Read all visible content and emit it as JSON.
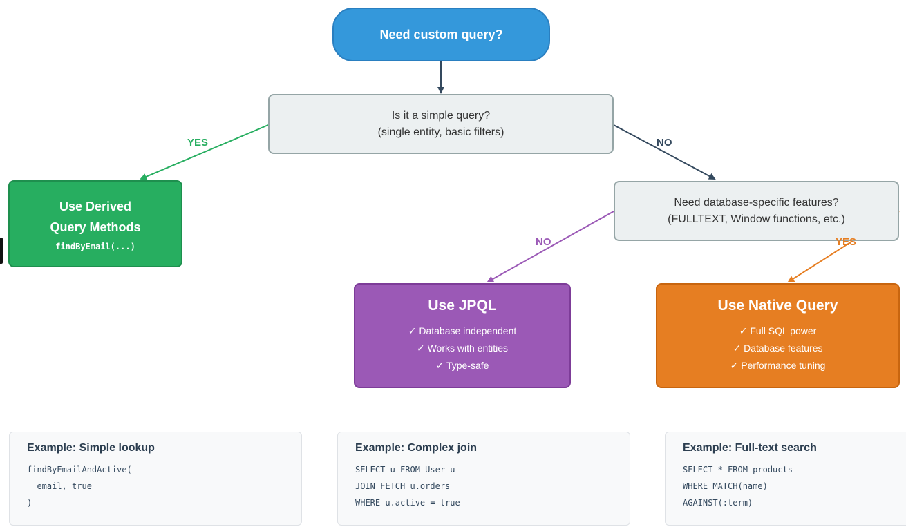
{
  "diagram": {
    "start": {
      "label": "Need custom query?"
    },
    "decision_simple": {
      "line1": "Is it a simple query?",
      "line2": "(single entity, basic filters)"
    },
    "decision_db": {
      "line1": "Need database-specific features?",
      "line2": "(FULLTEXT, Window functions, etc.)"
    },
    "result_derived": {
      "title1": "Use Derived",
      "title2": "Query Methods",
      "code": "findByEmail(...)"
    },
    "result_jpql": {
      "title": "Use JPQL",
      "features": [
        "✓ Database independent",
        "✓ Works with entities",
        "✓ Type-safe"
      ]
    },
    "result_native": {
      "title": "Use Native Query",
      "features": [
        "✓ Full SQL power",
        "✓ Database features",
        "✓ Performance tuning"
      ]
    },
    "labels": {
      "yes_simple": "YES",
      "no_simple": "NO",
      "no_db": "NO",
      "yes_db": "YES"
    },
    "colors": {
      "green": "#27ae60",
      "navy": "#34495e",
      "purple": "#9b59b6",
      "orange": "#e67e22",
      "blue": "#3498db"
    }
  },
  "examples": [
    {
      "title": "Example: Simple lookup",
      "code": [
        "findByEmailAndActive(",
        "  email, true",
        ")"
      ]
    },
    {
      "title": "Example: Complex join",
      "code": [
        "SELECT u FROM User u",
        "JOIN FETCH u.orders",
        "WHERE u.active = true"
      ]
    },
    {
      "title": "Example: Full-text search",
      "code": [
        "SELECT * FROM products",
        "WHERE MATCH(name)",
        "AGAINST(:term)"
      ]
    }
  ]
}
